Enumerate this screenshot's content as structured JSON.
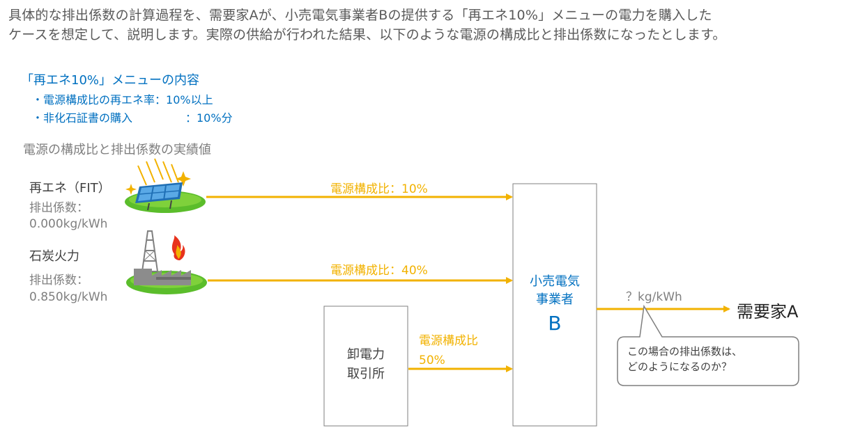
{
  "intro": {
    "line1": "具体的な排出係数の計算過程を、需要家Aが、小売電気事業者Bの提供する「再エネ10%」メニューの電力を購入した",
    "line2": "ケースを想定して、説明します。実際の供給が行われた結果、以下のような電源の構成比と排出係数になったとします。"
  },
  "menu": {
    "title": "「再エネ10%」メニューの内容",
    "items": [
      {
        "label": "・電源構成比の再エネ率",
        "value": "：10%以上"
      },
      {
        "label": "・非化石証書の購入",
        "value": "：10%分"
      }
    ]
  },
  "section_title": "電源の構成比と排出係数の実績値",
  "sources": [
    {
      "name": "再エネ（FIT）",
      "factor_label": "排出係数：",
      "factor_value": "0.000kg/kWh",
      "icon": "solar-panel-icon"
    },
    {
      "name": "石炭火力",
      "factor_label": "排出係数：",
      "factor_value": "0.850kg/kWh",
      "icon": "coal-plant-icon"
    }
  ],
  "flows": [
    {
      "label": "電源構成比：10%"
    },
    {
      "label": "電源構成比：40%"
    },
    {
      "label_line1": "電源構成比",
      "label_line2": "50%"
    }
  ],
  "exchange": {
    "line1": "卸電力",
    "line2": "取引所"
  },
  "retailer": {
    "line1": "小売電気",
    "line2": "事業者",
    "letter": "B"
  },
  "output": {
    "label": "？kg/kWh"
  },
  "customer": {
    "label": "需要家A"
  },
  "callout": {
    "line1": "この場合の排出係数は、",
    "line2": "どのようになるのか？"
  },
  "colors": {
    "accent_blue": "#0070c0",
    "flow_yellow": "#f2b200",
    "gray_text": "#7f7f7f",
    "grass_green": "#5bbd2b"
  }
}
